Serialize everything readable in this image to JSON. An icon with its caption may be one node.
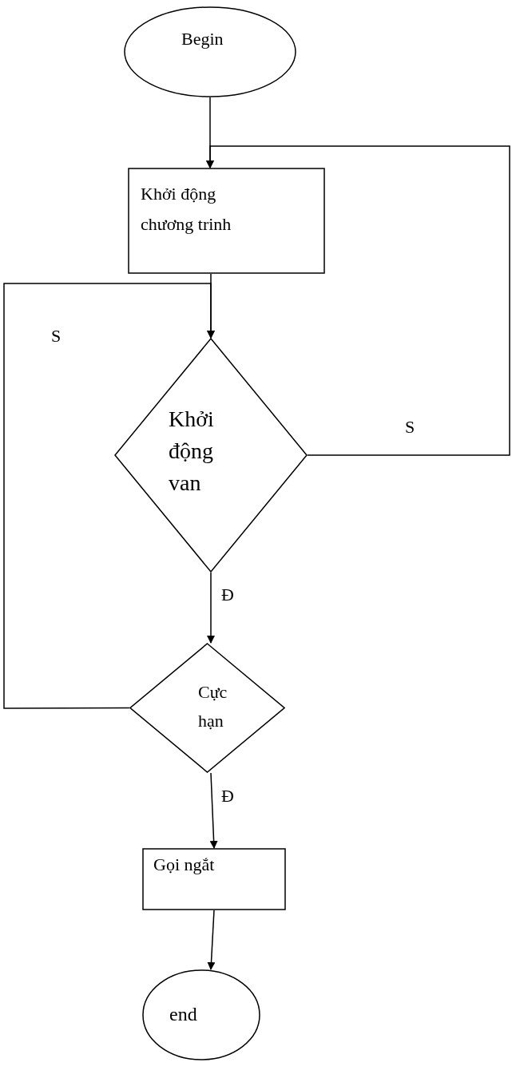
{
  "diagram": {
    "nodes": [
      {
        "text": [
          "Begin"
        ]
      },
      {
        "text": [
          "Khởi động chương trinh"
        ]
      },
      {
        "text": [
          "Khởi động van"
        ]
      },
      {
        "text": [
          "Cực hạn"
        ]
      },
      {
        "text": [
          "Gọi ngắt"
        ]
      },
      {
        "text": [
          "end"
        ]
      }
    ],
    "edges": [
      {
        "from": 0,
        "to": 1,
        "arrow": "to"
      },
      {
        "from": 1,
        "to": 2,
        "arrow": "to"
      },
      {
        "from": 2,
        "to": 1,
        "arrow": "to",
        "label": "S"
      },
      {
        "from": 2,
        "to": 3,
        "arrow": "to",
        "label": "Đ"
      },
      {
        "from": 3,
        "to": 2,
        "arrow": "to",
        "label": "S"
      },
      {
        "from": 3,
        "to": 4,
        "arrow": "to",
        "label": "Đ"
      },
      {
        "from": 4,
        "to": 5,
        "arrow": "to"
      }
    ]
  }
}
